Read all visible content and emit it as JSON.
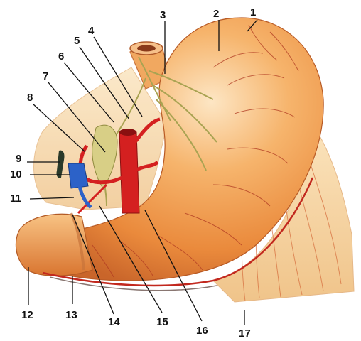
{
  "labels": {
    "n1": "1",
    "n2": "2",
    "n3": "3",
    "n4": "4",
    "n5": "5",
    "n6": "6",
    "n7": "7",
    "n8": "8",
    "n9": "9",
    "n10": "10",
    "n11": "11",
    "n12": "12",
    "n13": "13",
    "n14": "14",
    "n15": "15",
    "n16": "16",
    "n17": "17"
  },
  "colors": {
    "background": "#ffffff",
    "stomach": "#f0a050",
    "stomach_shade": "#d9782e",
    "omentum": "#f7d9a8",
    "artery": "#d21e1e",
    "vein": "#2c62c8",
    "nerve": "#b8b060",
    "leader": "#111111"
  }
}
